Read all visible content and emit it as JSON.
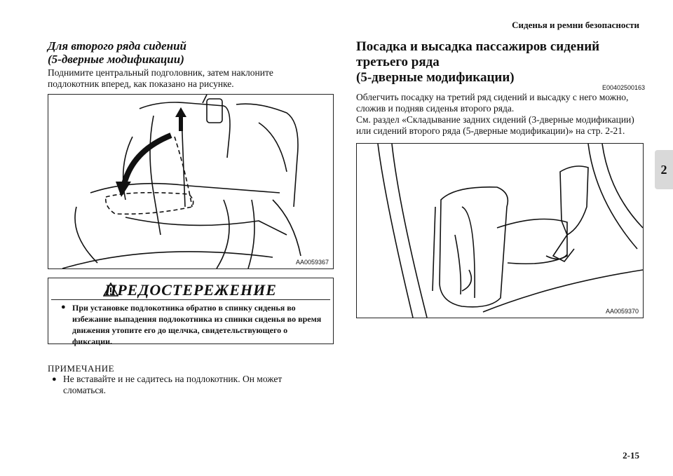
{
  "header": {
    "running_title": "Сиденья и ремни безопасности"
  },
  "chapter_tab": "2",
  "left": {
    "heading_line1": "Для второго ряда сидений",
    "heading_line2": "(5-дверные модификации)",
    "intro_line1": "Поднимите центральный подголовник, затем наклоните",
    "intro_line2": "подлокотник вперед, как показано на рисунке.",
    "figure_code": "AA0059367",
    "warning": {
      "title": "ПРЕДОСТЕРЕЖЕНИЕ",
      "line1": "При установке подлокотника обратно в спинку сиденья во",
      "line2": "избежание выпадения подлокотника из спинки сиденья во время",
      "line3": "движения утопите его до щелчка, свидетельствующего о",
      "line4": "фиксации."
    },
    "note": {
      "label": "ПРИМЕЧАНИЕ",
      "line1": "Не вставайте и не садитесь на подлокотник. Он может",
      "line2": "сломаться."
    }
  },
  "right": {
    "heading_line1": "Посадка и высадка пассажиров сидений",
    "heading_line2": "третьего ряда",
    "heading_line3": "(5-дверные модификации)",
    "section_code": "E00402500163",
    "text_line1": "Облегчить посадку на третий ряд сидений и высадку с него можно,",
    "text_line2": "сложив и подняв сиденья второго ряда.",
    "text_line3": "См. раздел «Складывание задних сидений (3-дверные модификации)",
    "text_line4": "или сидений второго ряда (5-дверные модификации)» на стр. 2-21.",
    "figure_code": "AA0059370"
  },
  "footer": {
    "page_number": "2-15"
  }
}
